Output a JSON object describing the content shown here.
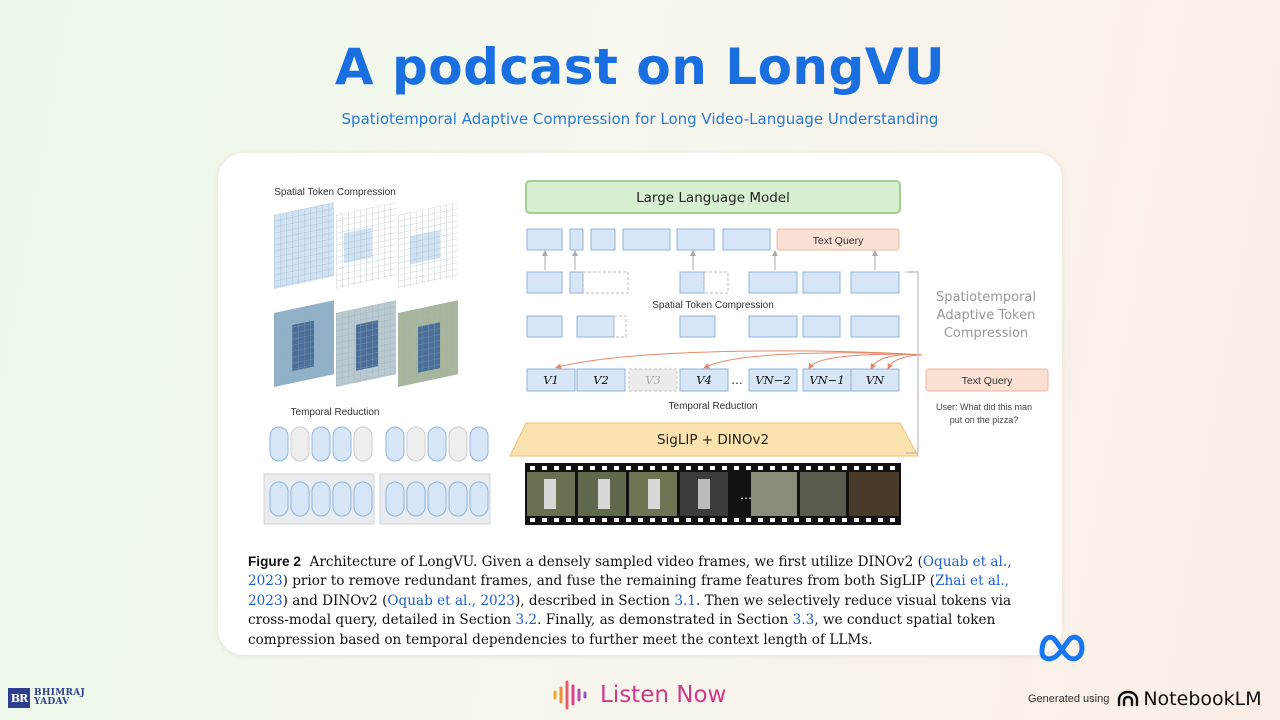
{
  "header": {
    "title": "A podcast on LongVU",
    "subtitle": "Spatiotemporal Adaptive Compression for Long Video-Language Understanding"
  },
  "figure": {
    "left_labels": {
      "spatial": "Spatial Token Compression",
      "temporal": "Temporal Reduction"
    },
    "llm_label": "Large Language Model",
    "text_query_top": "Text Query",
    "text_query_side": "Text Query",
    "mid_spatial_label": "Spatial Token Compression",
    "mid_temporal_label": "Temporal Reduction",
    "encoder_label": "SigLIP + DINOv2",
    "bracket_label": [
      "Spatiotemporal",
      "Adaptive Token",
      "Compression"
    ],
    "user_query": [
      "User: What did this man",
      "put on the pizza?"
    ],
    "frame_tokens": [
      "V1",
      "V2",
      "V3",
      "V4",
      "…",
      "VN−2",
      "VN−1",
      "VN"
    ],
    "ellipsis": "…"
  },
  "caption": {
    "figure_label": "Figure 2",
    "p1": "Architecture of LongVU. Given a densely sampled video frames, we first utilize DINOv2 (",
    "c1": "Oquab et al., 2023",
    "p2": ") prior to remove redundant frames, and fuse the remaining frame features from both SigLIP (",
    "c2": "Zhai et al., 2023",
    "p3": ") and DINOv2 (",
    "c3": "Oquab et al., 2023",
    "p4": "), described in Section ",
    "c4": "3.1",
    "p5": ". Then we selectively reduce visual tokens via cross-modal query, detailed in Section ",
    "c5": "3.2",
    "p6": ". Finally, as demonstrated in Section ",
    "c6": "3.3",
    "p7": ", we conduct spatial token compression based on temporal dependencies to further meet the context length of LLMs."
  },
  "footer": {
    "br_initials": "BR",
    "br_name_1": "BHIMRAJ",
    "br_name_2": "YADAV",
    "listen_label": "Listen Now",
    "generated_label": "Generated using",
    "notebooklm_label": "NotebookLM"
  },
  "icons": {
    "meta": "meta-logo-icon",
    "listen": "audio-wave-icon",
    "notebooklm": "notebooklm-icon"
  },
  "colors": {
    "title": "#1a6fe0",
    "token_fill": "#d6e6f7",
    "token_stroke": "#8db3dc",
    "llm_fill": "#d8efd2",
    "query_fill": "#fbe0d4",
    "encoder_fill": "#fbe3b0",
    "citation": "#1d5ec9",
    "listen": "#d0398a"
  }
}
